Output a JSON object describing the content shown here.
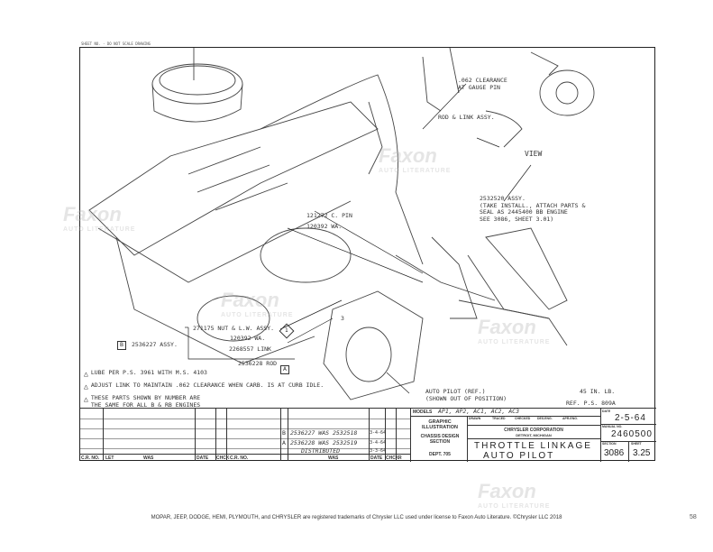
{
  "header_strip": "SHEET NO. - DO NOT SCALE DRAWING",
  "callouts": {
    "clearance": ".062 CLEARANCE\nAT GAUGE PIN",
    "rod_link": "ROD & LINK ASSY.",
    "view": "VIEW",
    "assy_2532520": "2532520 ASSY.\n(TAKE INSTALL., ATTACH PARTS &\nSEAL AS 2445400 BB ENGINE\nSEE 3086, SHEET 3.01)",
    "c_pin": "121272 C. PIN",
    "wa_top": "120392 WA.",
    "nut_lw": "271175 NUT & L.W. ASSY.",
    "wa_bottom": "120392 WA.",
    "link": "2268557 LINK",
    "rod": "2536228 ROD",
    "assy_b_letter": "B",
    "assy_b": "2536227 ASSY.",
    "rod_a_letter": "A",
    "auto_pilot_ref": "AUTO PILOT (REF.)\n(SHOWN OUT OF POSITION)",
    "torque": "45 IN. LB.",
    "torque_ref": "REF. P.S. 809A",
    "marker_1": "1",
    "marker_3": "3"
  },
  "notes": [
    {
      "num": "3",
      "text": "LUBE PER P.S. 3961 WITH M.S. 4103"
    },
    {
      "num": "2",
      "text": "ADJUST LINK TO MAINTAIN .062 CLEARANCE WHEN CARB. IS AT CURB IDLE."
    },
    {
      "num": "1",
      "text": "THESE PARTS SHOWN BY NUMBER ARE\nTHE SAME FOR ALL B & RB ENGINES"
    }
  ],
  "revisions": [
    {
      "letter": "B",
      "text": "2536227 WAS 2532518",
      "date": "3-4-64"
    },
    {
      "letter": "A",
      "text": "2536228 WAS 2532519",
      "date": "3-4-64"
    },
    {
      "letter": "",
      "text": "DISTRIBUTED",
      "date": "3-3-64"
    }
  ],
  "rev_headers": {
    "cr_no": "C.R. NO.",
    "let": "LET",
    "was": "WAS",
    "date": "DATE",
    "chck": "CHCK",
    "r": "R"
  },
  "title_block": {
    "models_label": "MODELS",
    "models": "AP1, AP2, AC1, AC2, AC3",
    "dept_title": "GRAPHIC\nILLUSTRATION",
    "section_name": "CHASSIS DESIGN\nSECTION",
    "dept": "DEPT. 705",
    "drawn_label": "DRAWN",
    "traced_label": "TRACED",
    "checked_label": "CHECKED",
    "des_eng_label": "DES.ENG.",
    "apr_eng_label": "APR.ENG.",
    "company": "CHRYSLER CORPORATION",
    "city": "DETROIT, MICHIGAN",
    "title_line1": "THROTTLE  LINKAGE",
    "title_line2": "AUTO  PILOT",
    "date_label": "DATE",
    "date": "2-5-64",
    "manual_label": "MANUAL NO.",
    "manual_no": "2460500",
    "section_label": "SECTION",
    "section": "3086",
    "sheet_label": "SHEET",
    "sheet": "3.25"
  },
  "watermark": {
    "brand": "Faxon",
    "sub": "AUTO LITERATURE"
  },
  "footer": "MOPAR, JEEP, DODGE, HEMI, PLYMOUTH, and CHRYSLER are registered trademarks of Chrysler LLC used under license to Faxon Auto Literature. ©Chrysler LLC 2018",
  "page_number": "58"
}
